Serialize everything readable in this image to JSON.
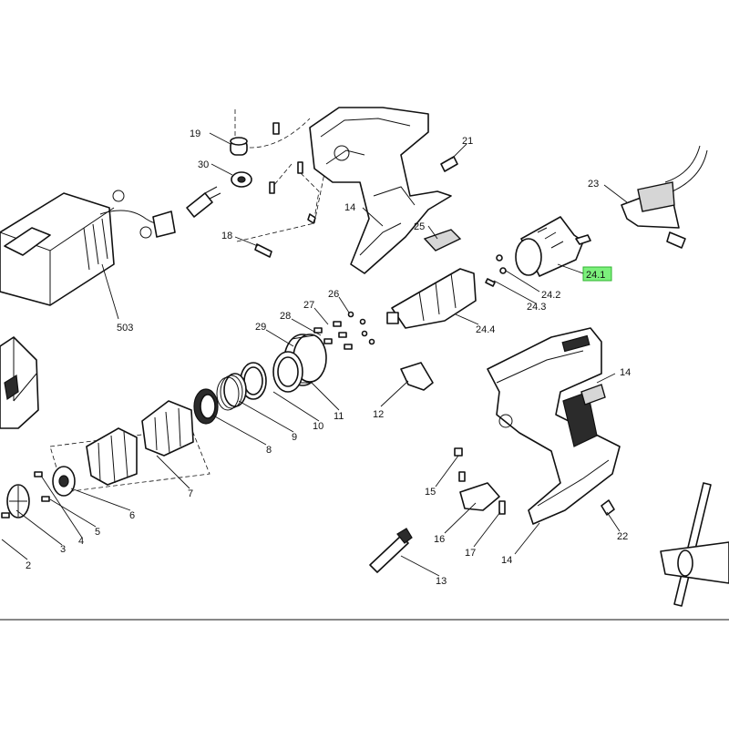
{
  "diagram": {
    "labels": {
      "p19": "19",
      "p30": "30",
      "p21": "21",
      "p14a": "14",
      "p25": "25",
      "p23": "23",
      "p18": "18",
      "p503": "503",
      "p241": "24.1",
      "p242": "24.2",
      "p243": "24.3",
      "p244": "24.4",
      "p26": "26",
      "p27": "27",
      "p28": "28",
      "p29": "29",
      "p14b": "14",
      "p12": "12",
      "p11": "11",
      "p10": "10",
      "p9": "9",
      "p8": "8",
      "p7": "7",
      "p6": "6",
      "p5": "5",
      "p4": "4",
      "p3": "3",
      "p2": "2",
      "p15": "15",
      "p16": "16",
      "p17": "17",
      "p13": "13",
      "p14c": "14",
      "p22": "22"
    },
    "highlight_color": "#7CF07C"
  }
}
